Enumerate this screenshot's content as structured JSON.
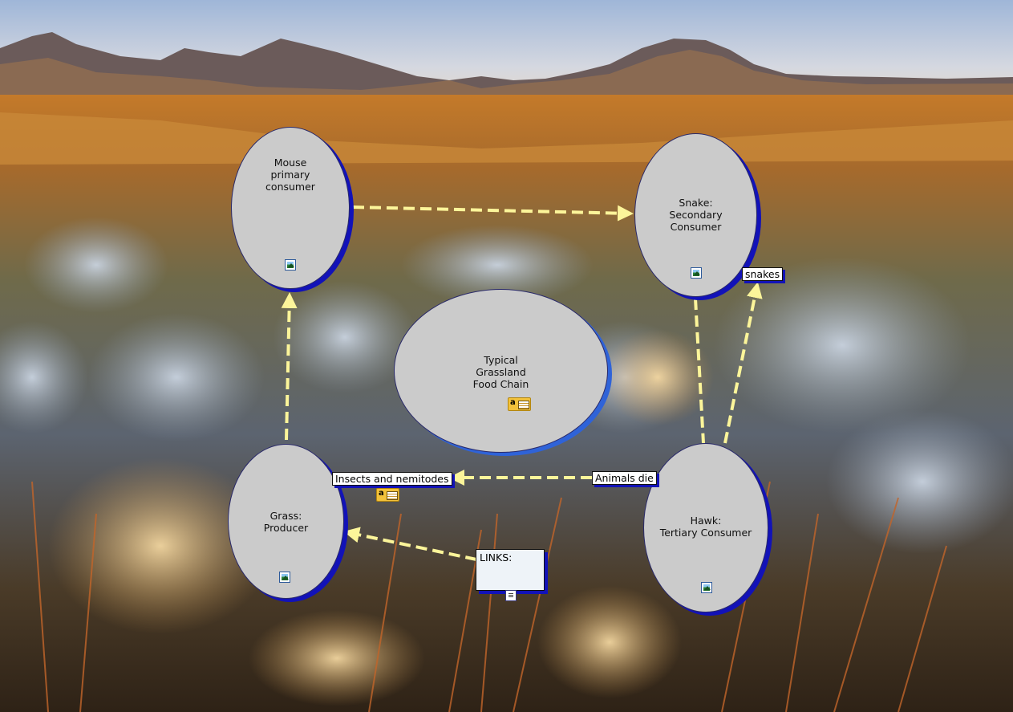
{
  "map": {
    "center": {
      "label": "Typical\nGrassland\nFood Chain"
    },
    "nodes": {
      "mouse": {
        "label": "Mouse\nprimary\nconsumer"
      },
      "snake": {
        "label": "Snake:\nSecondary\nConsumer"
      },
      "grass": {
        "label": "Grass:\nProducer"
      },
      "hawk": {
        "label": "Hawk:\nTertiary Consumer"
      }
    },
    "link_labels": {
      "snakes": "snakes",
      "insects": "Insects and nemitodes",
      "animals_die": "Animals die"
    },
    "links_box": {
      "label": "LINKS:"
    }
  },
  "icons": {
    "node_image": "image-icon",
    "note": "annotation-note-icon",
    "document": "document-icon"
  },
  "colors": {
    "node_fill": "#cbcbcb",
    "node_shadow": "#1212b8",
    "center_shadow": "#2f63d8",
    "arrow": "#fcf59a"
  }
}
